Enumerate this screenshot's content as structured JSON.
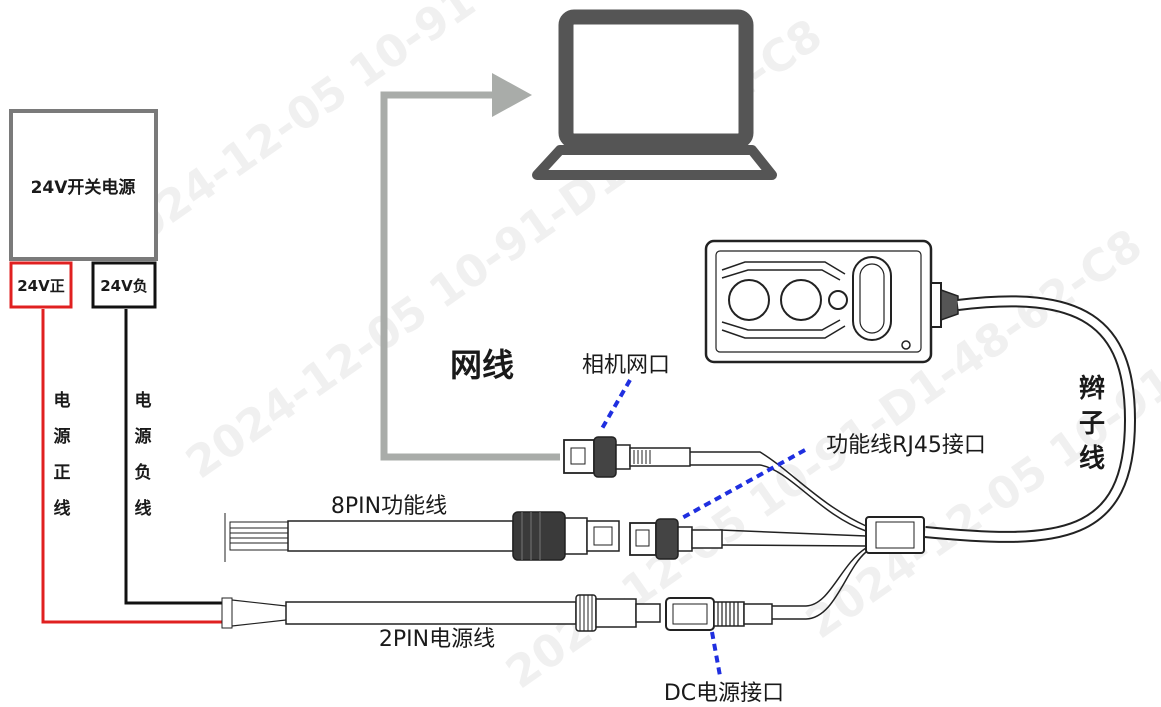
{
  "power_supply": {
    "title": "24V开关电源",
    "pos_terminal": "24V正",
    "neg_terminal": "24V负"
  },
  "wires": {
    "pos_wire": [
      "电",
      "源",
      "正",
      "线"
    ],
    "neg_wire": [
      "电",
      "源",
      "负",
      "线"
    ]
  },
  "labels": {
    "network_cable": "网线",
    "camera_port": "相机网口",
    "rj45_port": "功能线RJ45接口",
    "pin8_cable": "8PIN功能线",
    "pin2_cable": "2PIN电源线",
    "dc_port": "DC电源接口",
    "braid_cable": [
      "辫",
      "子",
      "线"
    ]
  },
  "watermark": "2024-12-05 10-91-D1-48-62-C8",
  "colors": {
    "positive_wire": "#e02020",
    "negative_wire": "#111111",
    "network_arrow": "#a9aca9",
    "callout_dash": "#1f2fe0",
    "outline": "#222222",
    "box_border": "#7a7a7a"
  }
}
